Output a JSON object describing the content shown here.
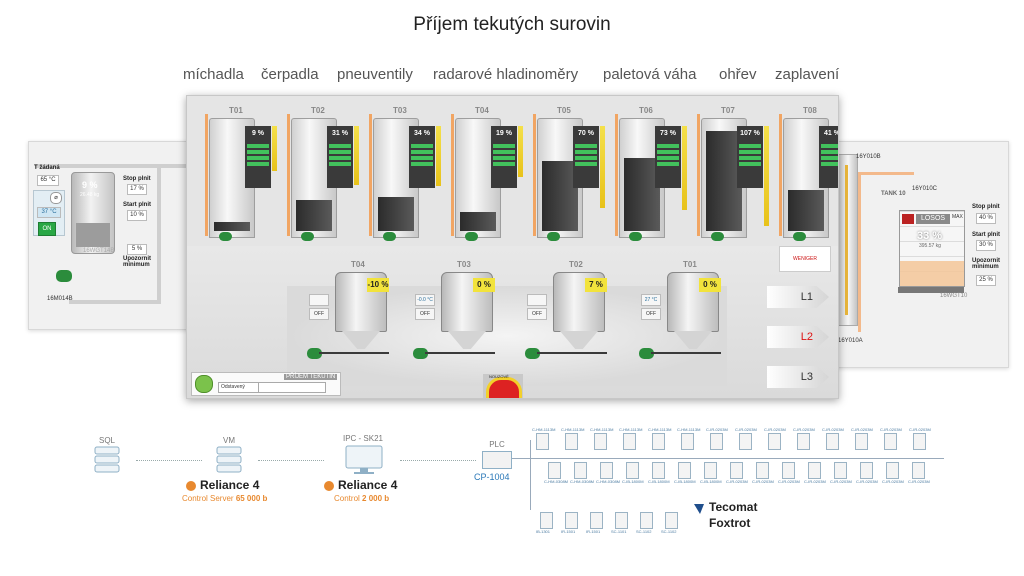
{
  "title": "Příjem tekutých surovin",
  "features": [
    "míchadla",
    "čerpadla",
    "pneuventily",
    "radarové hladinoměry",
    "paletová váha",
    "ohřev",
    "zaplavení"
  ],
  "left_panel": {
    "t_zadana_label": "T žádaná",
    "t_zadana_value": "65 °C",
    "t_actual": "37 °C",
    "on_label": "ON",
    "tank_percent": "9 %",
    "tank_weight": "26.48 kg",
    "tank_id": "16WGT14B",
    "stop_label": "Stop plnit",
    "stop_value": "17 %",
    "start_label": "Start plnit",
    "start_value": "10 %",
    "warn_value": "5 %",
    "warn_label": "Upozornit minimum",
    "motor_id": "16M014B"
  },
  "right_panel": {
    "valve_top": "16Y010B",
    "tank_label": "TANK 10",
    "valve_c": "16Y010C",
    "product": "LOSOS",
    "max_label": "MAX",
    "percent": "33 %",
    "weight": "395.57 kg",
    "scale_id": "16WGT10",
    "valve_a": "16Y010A",
    "stop_label": "Stop plnit",
    "stop_value": "40 %",
    "start_label": "Start plnit",
    "start_value": "30 %",
    "warn_label": "Upozornit minimum",
    "warn_value": "25 %"
  },
  "main_screen": {
    "upper_tanks": [
      {
        "name": "T01",
        "percent": "9 %"
      },
      {
        "name": "T02",
        "percent": "31 %"
      },
      {
        "name": "T03",
        "percent": "34 %"
      },
      {
        "name": "T04",
        "percent": "19 %"
      },
      {
        "name": "T05",
        "percent": "70 %"
      },
      {
        "name": "T06",
        "percent": "73 %"
      },
      {
        "name": "T07",
        "percent": "107 %"
      },
      {
        "name": "T08",
        "percent": "41 %"
      }
    ],
    "lower_tanks": [
      {
        "name": "T04",
        "percent": "-10 %",
        "temp": "",
        "state": "OFF"
      },
      {
        "name": "T03",
        "percent": "0 %",
        "temp": "-0.0 °C",
        "state": "OFF"
      },
      {
        "name": "T02",
        "percent": "7 %",
        "temp": "",
        "state": "OFF"
      },
      {
        "name": "T01",
        "percent": "0 %",
        "temp": "27 °C",
        "state": "OFF"
      }
    ],
    "lines": [
      "L1",
      "L2",
      "L3"
    ],
    "logo_text": "WENIGER",
    "screen_title": "PŘÍJEM TEKUTIN",
    "dropdown_value": "Odstavený",
    "emergency_label": "NOUZOVÉ"
  },
  "architecture": {
    "sql_label": "SQL",
    "vm_label": "VM",
    "ipc_label": "IPC - SK21",
    "plc_label": "PLC",
    "plc_model": "CP-1004",
    "server_title": "Reliance 4",
    "server_sub_prefix": "Control Server",
    "server_sub_value": "65 000 b",
    "control_title": "Reliance 4",
    "control_sub_prefix": "Control",
    "control_sub_value": "2 000 b",
    "tecomat_line1": "Tecomat",
    "tecomat_line2": "Foxtrot",
    "modules_top": [
      "C-HM-1113M",
      "C-HM-1113M",
      "C-HM-1113M",
      "C-HM-1113M",
      "C-HM-1113M",
      "C-HM-1113M",
      "C-IR-0203M",
      "C-IR-0203M",
      "C-IR-0203M",
      "C-IR-0203M",
      "C-IR-0203M",
      "C-IR-0203M",
      "C-IR-0203M",
      "C-IR-0203M"
    ],
    "modules_mid": [
      "C-HM-0308M",
      "C-HM-0308M",
      "C-HM-0308M",
      "C-IB-1800M",
      "C-IB-1800M",
      "C-IB-1800M",
      "C-IB-1800M",
      "C-IR-0203M",
      "C-IR-0203M",
      "C-IR-0203M",
      "C-IR-0203M",
      "C-IR-0203M",
      "C-IR-0203M",
      "C-IR-0203M",
      "C-IR-0203M"
    ],
    "modules_bottom": [
      "IB-1301",
      "IR-1501",
      "IR-1501",
      "SC-1101",
      "SC-1102",
      "SC-1102"
    ]
  },
  "colors": {
    "accent_orange": "#e8892f",
    "green": "#29a745",
    "plc_blue": "#2a78b8"
  }
}
